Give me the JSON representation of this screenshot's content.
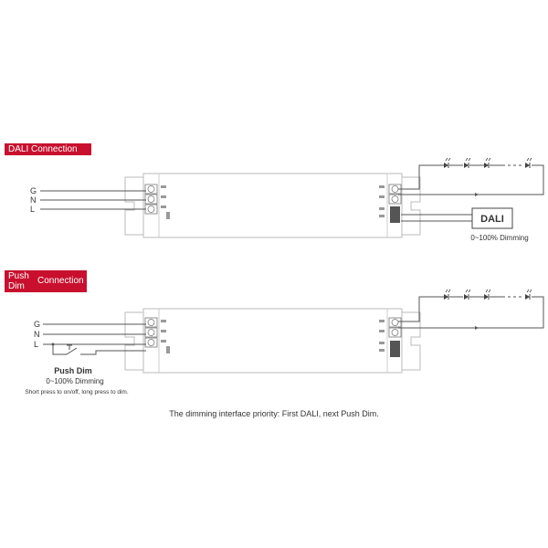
{
  "section1": {
    "tag": "DALI Connection",
    "wire_labels": [
      "G",
      "N",
      "L"
    ],
    "dali_box": "DALI",
    "dimming_range": "0~100% Dimming"
  },
  "section2": {
    "tag_line1": "Push",
    "tag_line2": "Dim",
    "tag_connection": "Connection",
    "wire_labels": [
      "G",
      "N",
      "L"
    ],
    "push_dim_title": "Push Dim",
    "dimming_range": "0~100% Dimming",
    "note": "Short press to on/off, long press to dim."
  },
  "footer": "The dimming interface priority: First DALI, next Push Dim.",
  "colors": {
    "accent": "#c8102e",
    "line": "#555555",
    "driver_outline": "#bbbbbb"
  }
}
